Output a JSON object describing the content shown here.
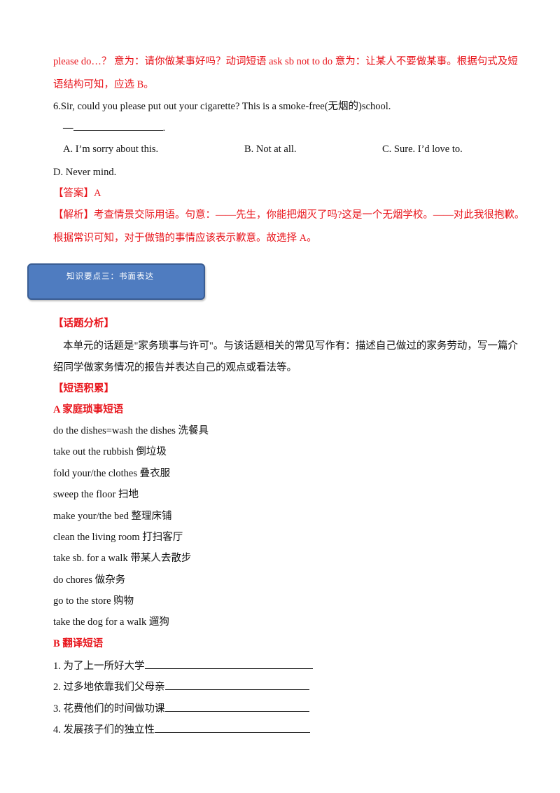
{
  "prev_explain": {
    "line1": "please do…？ 意为：请你做某事好吗？动词短语 ask sb not to do 意为：让某人不要做某事。根据句式及短",
    "line2": "语结构可知，应选 B。"
  },
  "q6": {
    "question": "6.Sir,  could  you  please  put  out  your  cigarette? This  is  a  smoke-free(无烟的)school.",
    "dash": "—",
    "period": ".",
    "options": {
      "a": "A.  I’m  sorry  about  this.",
      "b": "B.  Not  at  all.",
      "c": "C.  Sure.  I’d  love  to.",
      "d": "D.  Never  mind."
    },
    "answer": "【答案】A",
    "explain1": "【解析】考查情景交际用语。句意：——先生，你能把烟灭了吗?这是一个无烟学校。——对此我很抱歉。",
    "explain2": "根据常识可知，对于做错的事情应该表示歉意。故选择 A。"
  },
  "banner": {
    "title": "知识要点三：书面表达",
    "fill_color": "#4f7cc0"
  },
  "topic": {
    "heading": "【话题分析】",
    "para1": "本单元的话题是\"家务琐事与许可\"。与该话题相关的常见写作有：描述自己做过的家务劳动，写一篇介",
    "para2": "绍同学做家务情况的报告并表达自己的观点或看法等。"
  },
  "phrases": {
    "heading": "【短语积累】",
    "sub_a": "A 家庭琐事短语",
    "items": [
      "do the dishes=wash the dishes 洗餐具",
      "take out the rubbish 倒垃圾",
      "fold your/the clothes 叠衣服",
      "sweep the floor 扫地",
      "make your/the bed 整理床铺",
      "clean the living room 打扫客厅",
      "take sb. for a walk 带某人去散步",
      "do chores 做杂务",
      "go to the store 购物",
      "take the dog for a walk 遛狗"
    ],
    "sub_b": "B 翻译短语",
    "translate": [
      "1.  为了上一所好大学",
      "2.  过多地依靠我们父母亲",
      "3.  花费他们的时间做功课",
      "4.  发展孩子们的独立性"
    ]
  }
}
